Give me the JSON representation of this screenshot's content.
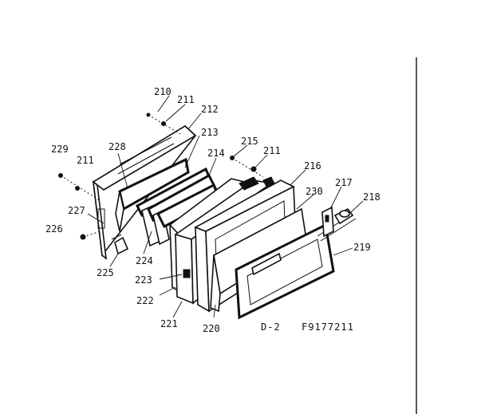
{
  "callouts": {
    "c210": "210",
    "c211a": "211",
    "c212": "212",
    "c213": "213",
    "c214": "214",
    "c215": "215",
    "c211b": "211",
    "c216": "216",
    "c217": "217",
    "c218": "218",
    "c219": "219",
    "c220": "220",
    "c221": "221",
    "c222": "222",
    "c223": "223",
    "c224": "224",
    "c225": "225",
    "c226": "226",
    "c227": "227",
    "c228": "228",
    "c229": "229",
    "c211c": "211",
    "c230": "230"
  },
  "caption": {
    "section": "D-2",
    "figure": "F9177211"
  }
}
